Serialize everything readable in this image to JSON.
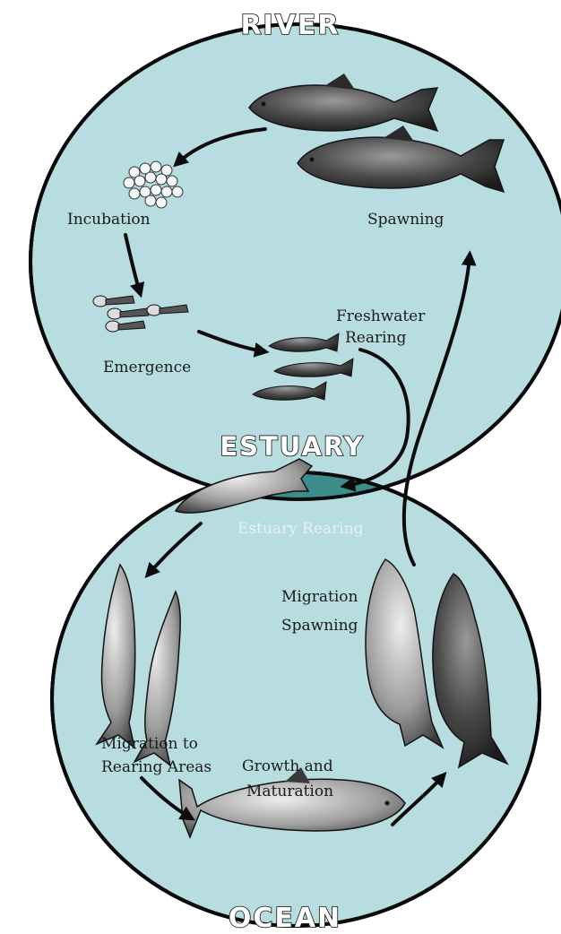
{
  "regions": {
    "river": "RIVER",
    "estuary": "ESTUARY",
    "ocean": "OCEAN"
  },
  "stages": {
    "incubation": "Incubation",
    "spawning": "Spawning",
    "emergence": "Emergence",
    "freshwater_rearing": [
      "Freshwater",
      "Rearing"
    ],
    "estuary_rearing": "Estuary Rearing",
    "migration_spawning": [
      "Migration",
      "Spawning"
    ],
    "migration_to_rearing": [
      "Migration to",
      "Rearing Areas"
    ],
    "growth_maturation": [
      "Growth and",
      "Maturation"
    ]
  },
  "colors": {
    "water": "#b8dde0",
    "estuary_overlap": "#3d8d8c",
    "outline": "#0a0a0a"
  }
}
